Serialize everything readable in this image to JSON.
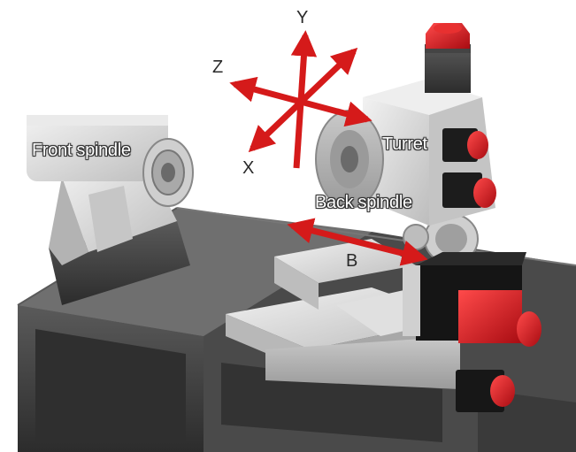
{
  "colors": {
    "arrow": "#d51a1a",
    "motor_red": "#d9141e",
    "machine_grey": "#d9d9d9",
    "dark_body": "#3b3b3b",
    "black_housing": "#151515"
  },
  "axes": {
    "y_label": "Y",
    "z_label": "Z",
    "x_label": "X",
    "b_label": "B"
  },
  "parts": {
    "front_spindle": "Front spindle",
    "turret": "Turret",
    "back_spindle": "Back spindle"
  }
}
